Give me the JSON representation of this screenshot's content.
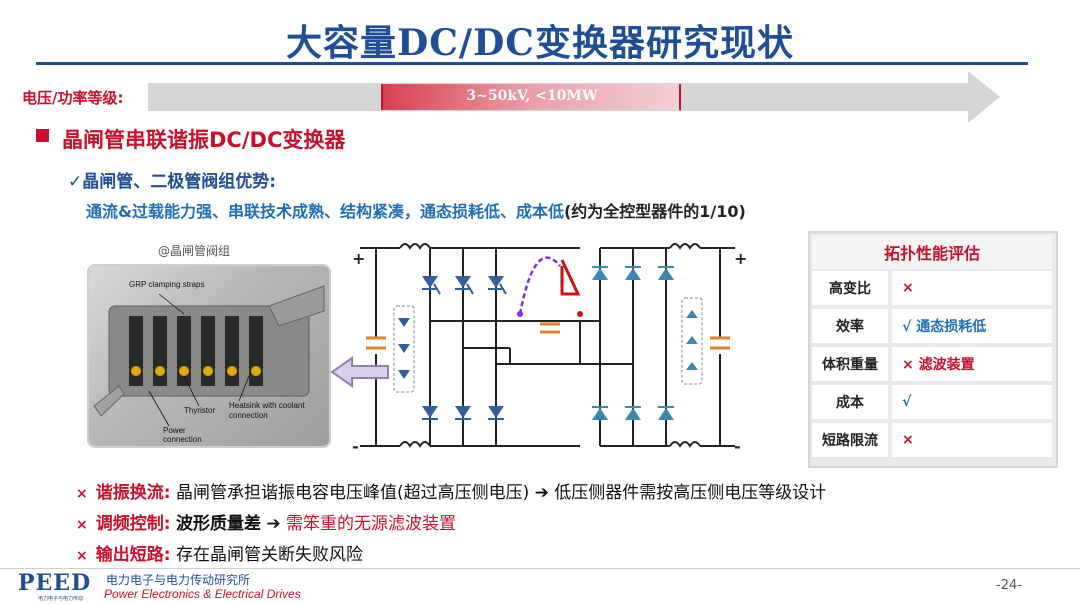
{
  "title": "大容量DC/DC变换器研究现状",
  "voltage_bar": {
    "label": "电压/功率等级:",
    "range": "3~50kV, <10MW"
  },
  "section": {
    "title": "晶闸管串联谐振DC/DC变换器"
  },
  "advantages": {
    "title": "✓晶闸管、二极管阀组优势:",
    "text": "通流&过载能力强、串联技术成熟、结构紧凑，通态损耗低、成本低",
    "note": "(约为全控型器件的1/10)"
  },
  "photo": {
    "caption": "@晶闸管阀组",
    "labels": {
      "grp": "GRP clamping straps",
      "thyristor": "Thyristor",
      "heatsink_1": "Heatsink with coolant",
      "heatsink_2": "connection",
      "power_1": "Power",
      "power_2": "connection"
    }
  },
  "circuit": {
    "plus": "+",
    "minus": "-"
  },
  "table": {
    "header": "拓扑性能评估",
    "rows": [
      {
        "metric": "高变比",
        "value": "×",
        "value_color": "#c8102e"
      },
      {
        "metric": "效率",
        "value": "√ 通态损耗低",
        "value_color": "#1f6fb8"
      },
      {
        "metric": "体积重量",
        "value": "× 滤波装置",
        "value_color": "#c8102e"
      },
      {
        "metric": "成本",
        "value": "√",
        "value_color": "#1f6fb8"
      },
      {
        "metric": "短路限流",
        "value": "×",
        "value_color": "#c8102e"
      }
    ]
  },
  "bullets": [
    {
      "mark": "×",
      "key": "谐振换流:",
      "text_1": "晶闸管承担谐振电容电压峰值(超过高压侧电压)",
      "arrow": "➔",
      "text_2": "低压侧器件需按高压侧电压等级设计"
    },
    {
      "mark": "×",
      "key": "调频控制:",
      "text_1": "波形质量差",
      "arrow": "➔",
      "text_2": "需笨重的无源滤波装置"
    },
    {
      "mark": "×",
      "key": "输出短路:",
      "text_1": "存在晶闸管关断失败风险"
    }
  ],
  "footer": {
    "logo": "PEED",
    "logo_sub": "电力电子与电力传动",
    "institute_cn": "电力电子与电力传动研究所",
    "institute_en": "Power Electronics & Electrical Drives",
    "page": "-24-"
  },
  "colors": {
    "title_blue": "#1f4e96",
    "accent_red": "#c8102e",
    "text_blue": "#1f6fb8",
    "circuit_blue": "#2f5f9e",
    "diode_teal": "#3a88b0"
  }
}
